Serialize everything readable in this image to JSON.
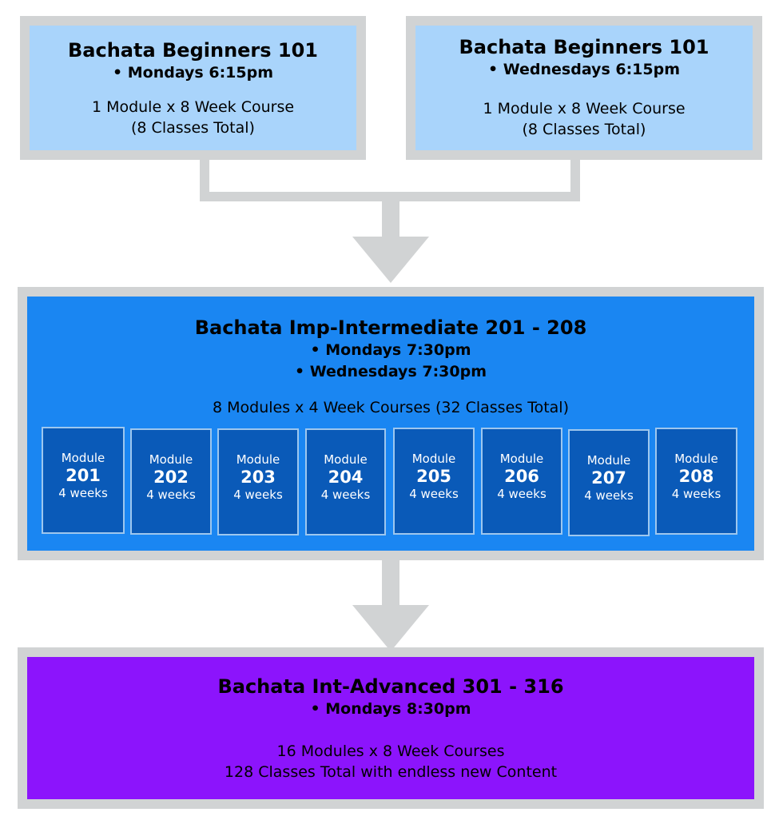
{
  "beginners": [
    {
      "title": "Bachata Beginners 101",
      "schedule": "• Mondays 6:15pm",
      "line1": "1 Module x 8 Week Course",
      "line2": "(8 Classes Total)"
    },
    {
      "title": "Bachata Beginners 101",
      "schedule": "• Wednesdays 6:15pm",
      "line1": "1 Module x 8 Week Course",
      "line2": "(8 Classes Total)"
    }
  ],
  "intermediate": {
    "title": "Bachata Imp-Intermediate 201 - 208",
    "schedule1": "• Mondays 7:30pm",
    "schedule2": "• Wednesdays 7:30pm",
    "summary": "8 Modules x 4 Week Courses (32 Classes Total)",
    "modules": [
      {
        "label": "Module",
        "number": "201",
        "duration": "4 weeks"
      },
      {
        "label": "Module",
        "number": "202",
        "duration": "4 weeks"
      },
      {
        "label": "Module",
        "number": "203",
        "duration": "4 weeks"
      },
      {
        "label": "Module",
        "number": "204",
        "duration": "4 weeks"
      },
      {
        "label": "Module",
        "number": "205",
        "duration": "4 weeks"
      },
      {
        "label": "Module",
        "number": "206",
        "duration": "4 weeks"
      },
      {
        "label": "Module",
        "number": "207",
        "duration": "4 weeks"
      },
      {
        "label": "Module",
        "number": "208",
        "duration": "4 weeks"
      }
    ]
  },
  "advanced": {
    "title": "Bachata Int-Advanced 301 - 316",
    "schedule": "• Mondays 8:30pm",
    "line1": "16 Modules x 8 Week Courses",
    "line2": "128 Classes Total with endless new Content"
  },
  "colors": {
    "beginner_box": "#a9d4fb",
    "intermediate_box": "#1a86f2",
    "module_box": "#0a5ab8",
    "advanced_box": "#8c14fc",
    "frame": "#d1d3d4"
  }
}
